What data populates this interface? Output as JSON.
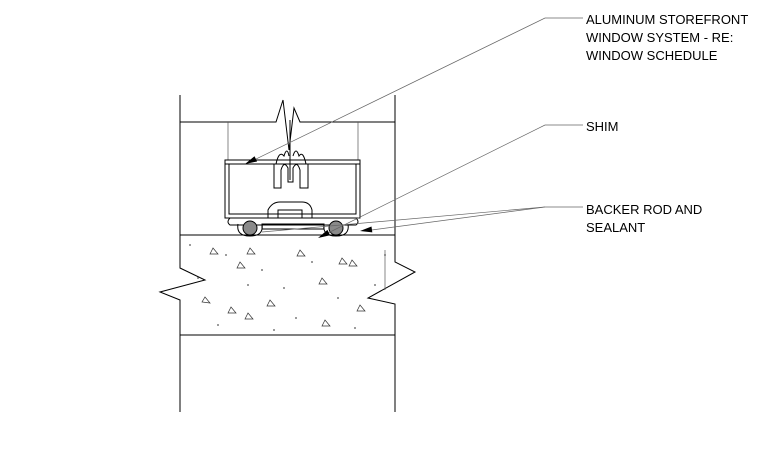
{
  "annotations": {
    "storefront": [
      "ALUMINUM STOREFRONT",
      "WINDOW SYSTEM - RE:",
      "WINDOW SCHEDULE"
    ],
    "shim": [
      "SHIM"
    ],
    "backer_rod": [
      "BACKER ROD AND",
      "SEALANT"
    ]
  },
  "colors": {
    "linework": "#000000",
    "backer_rod_fill": "#8a8a8a",
    "background": "#ffffff"
  }
}
